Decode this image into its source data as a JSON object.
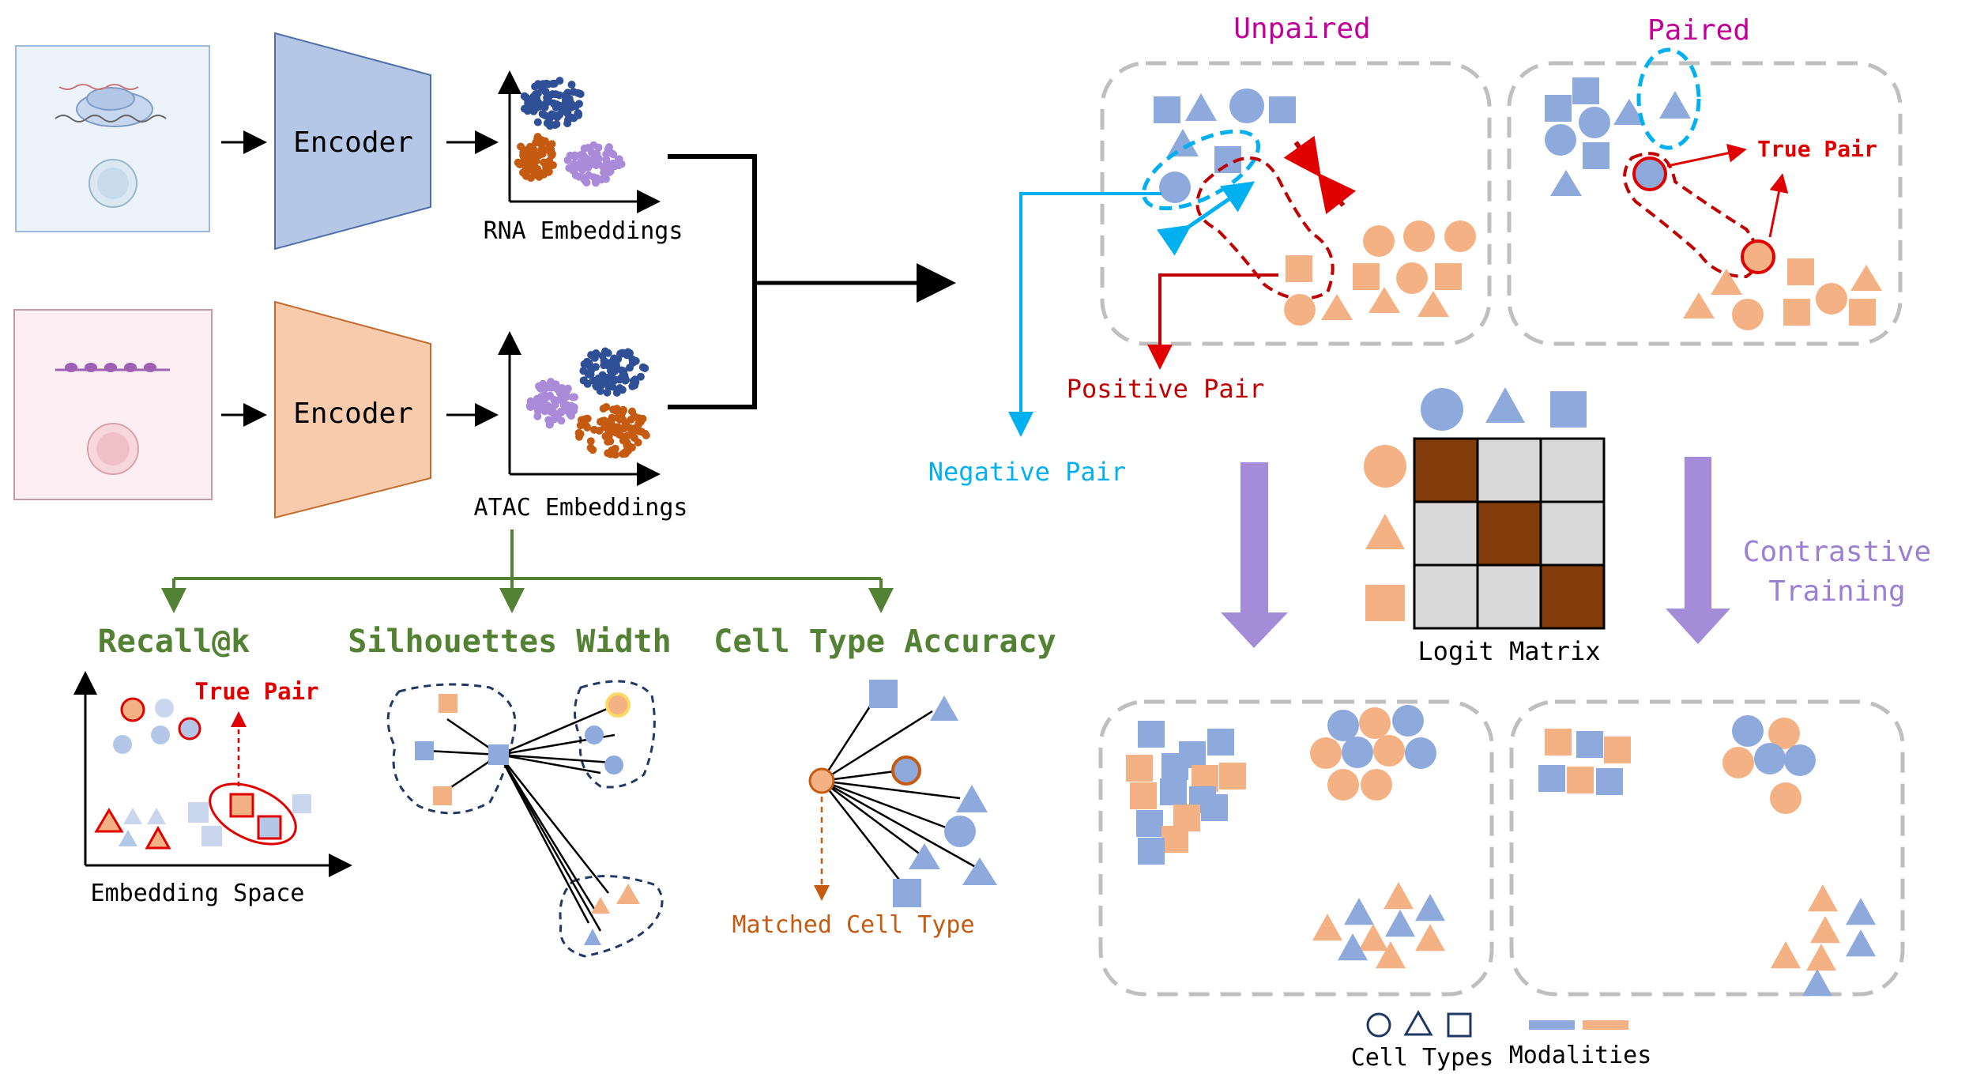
{
  "encoders": {
    "rna_label": "Encoder",
    "atac_label": "Encoder"
  },
  "embeddings": {
    "rna_label": "RNA Embeddings",
    "atac_label": "ATAC Embeddings"
  },
  "top_panels": {
    "unpaired_title": "Unpaired",
    "paired_title": "Paired",
    "true_pair_label": "True Pair",
    "positive_pair_label": "Positive Pair",
    "negative_pair_label": "Negative Pair"
  },
  "logit": {
    "label": "Logit Matrix"
  },
  "contrastive": {
    "line1": "Contrastive",
    "line2": "Training"
  },
  "metrics": {
    "recall_title": "Recall@k",
    "recall_true_pair": "True Pair",
    "recall_axis_label": "Embedding Space",
    "silhouette_title": "Silhouettes Width",
    "accuracy_title": "Cell Type Accuracy",
    "accuracy_label": "Matched Cell Type"
  },
  "legend": {
    "cell_types": "Cell Types",
    "modalities": "Modalities"
  },
  "colors": {
    "rna_blue": "#8ea9db",
    "atac_orange": "#f4b183",
    "green_titles": "#548235",
    "purple_titles": "#c00099",
    "red": "#c00000",
    "cyan": "#00b0f0",
    "lavender": "#9b7fd4"
  }
}
